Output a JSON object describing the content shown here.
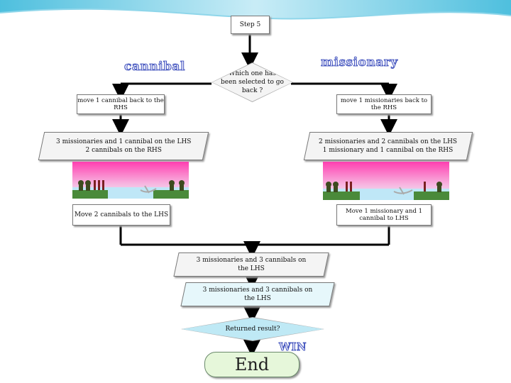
{
  "nodes": {
    "step": "Step 5",
    "question": "Which one has been selected to go back ?",
    "left_move_back": "move 1 cannibal back to the RHS",
    "right_move_back": "move 1 missionaries back to the RHS",
    "left_state": "3 missionaries and 1 cannibal on the LHS\n2 cannibals on the RHS",
    "right_state": "2 missionaries and 2 cannibals on the LHS\n1 missionary and 1 cannibal on the RHS",
    "left_move_forward": "Move 2 cannibals to the LHS",
    "right_move_forward": "Move 1 missionary and 1 cannibal to LHS",
    "merged_state": "3 missionaries and 3 cannibals on the LHS",
    "final_state": "3 missionaries and 3 cannibals on the LHS",
    "returned_question": "Returned result?",
    "end": "End"
  },
  "labels": {
    "cannibal": "cannibal",
    "missionary": "missionary",
    "win": "WIN"
  },
  "colors": {
    "line": "#000000",
    "label_fill": "#d8daf5",
    "label_stroke": "#2b3fb5",
    "scene_sky_top": "#ff3fb0",
    "scene_water": "#bfe7f7",
    "scene_bank": "#4a8a3a"
  }
}
